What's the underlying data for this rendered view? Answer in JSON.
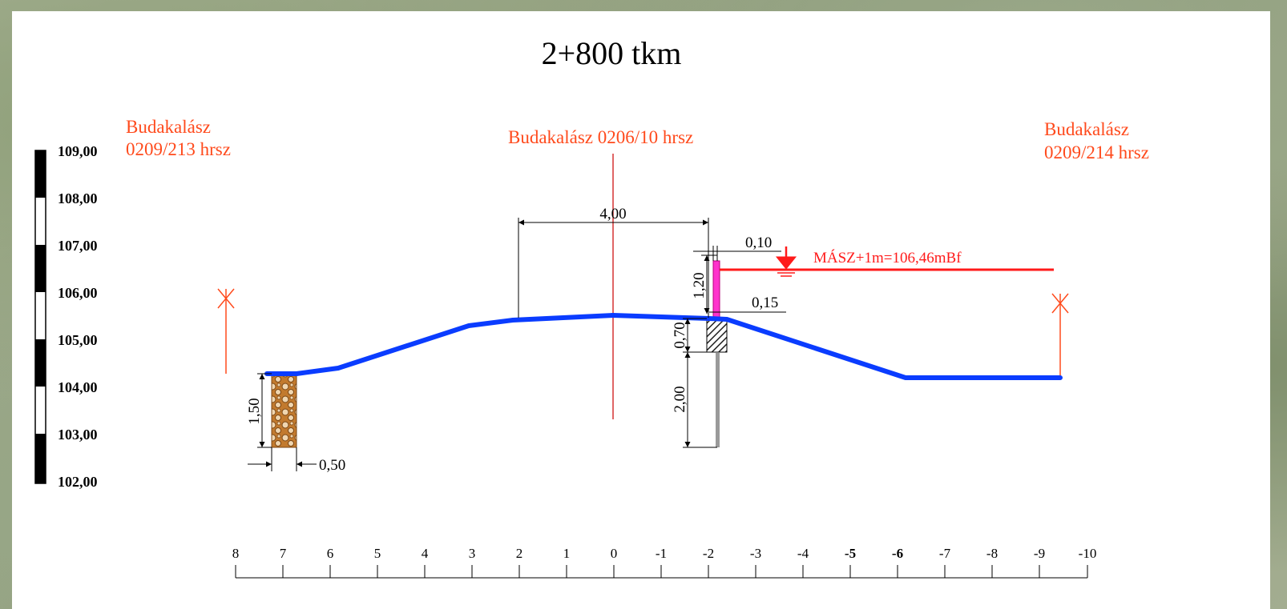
{
  "title": "2+800 tkm",
  "parcels": {
    "left_line1": "Budakalász",
    "left_line2": "0209/213  hrsz",
    "center": "Budakalász 0206/10  hrsz",
    "right_line1": "Budakalász",
    "right_line2": "0209/214 hrsz"
  },
  "elevation_scale": [
    "109,00",
    "108,00",
    "107,00",
    "106,00",
    "105,00",
    "104,00",
    "103,00",
    "102,00"
  ],
  "dimensions": {
    "top_width": "4,00",
    "wall_offset": "0,10",
    "wall_height": "1,20",
    "crown_offset": "0,15",
    "footing_depth": "0,70",
    "pile_depth": "2,00",
    "gabion_depth": "1,50",
    "gabion_width": "0,50"
  },
  "water_level_label": "MÁSZ+1m=106,46mBf",
  "axis_ticks": [
    "8",
    "7",
    "6",
    "5",
    "4",
    "3",
    "2",
    "1",
    "0",
    "-1",
    "-2",
    "-3",
    "-4",
    "-5",
    "-6",
    "-7",
    "-8",
    "-9",
    "-10"
  ],
  "colors": {
    "terrain": "#0a3cff",
    "labels": "#ff4a1c",
    "water_level": "#ff1a1a",
    "wall": "#ff33cc",
    "gabion": "#c27a2e"
  }
}
